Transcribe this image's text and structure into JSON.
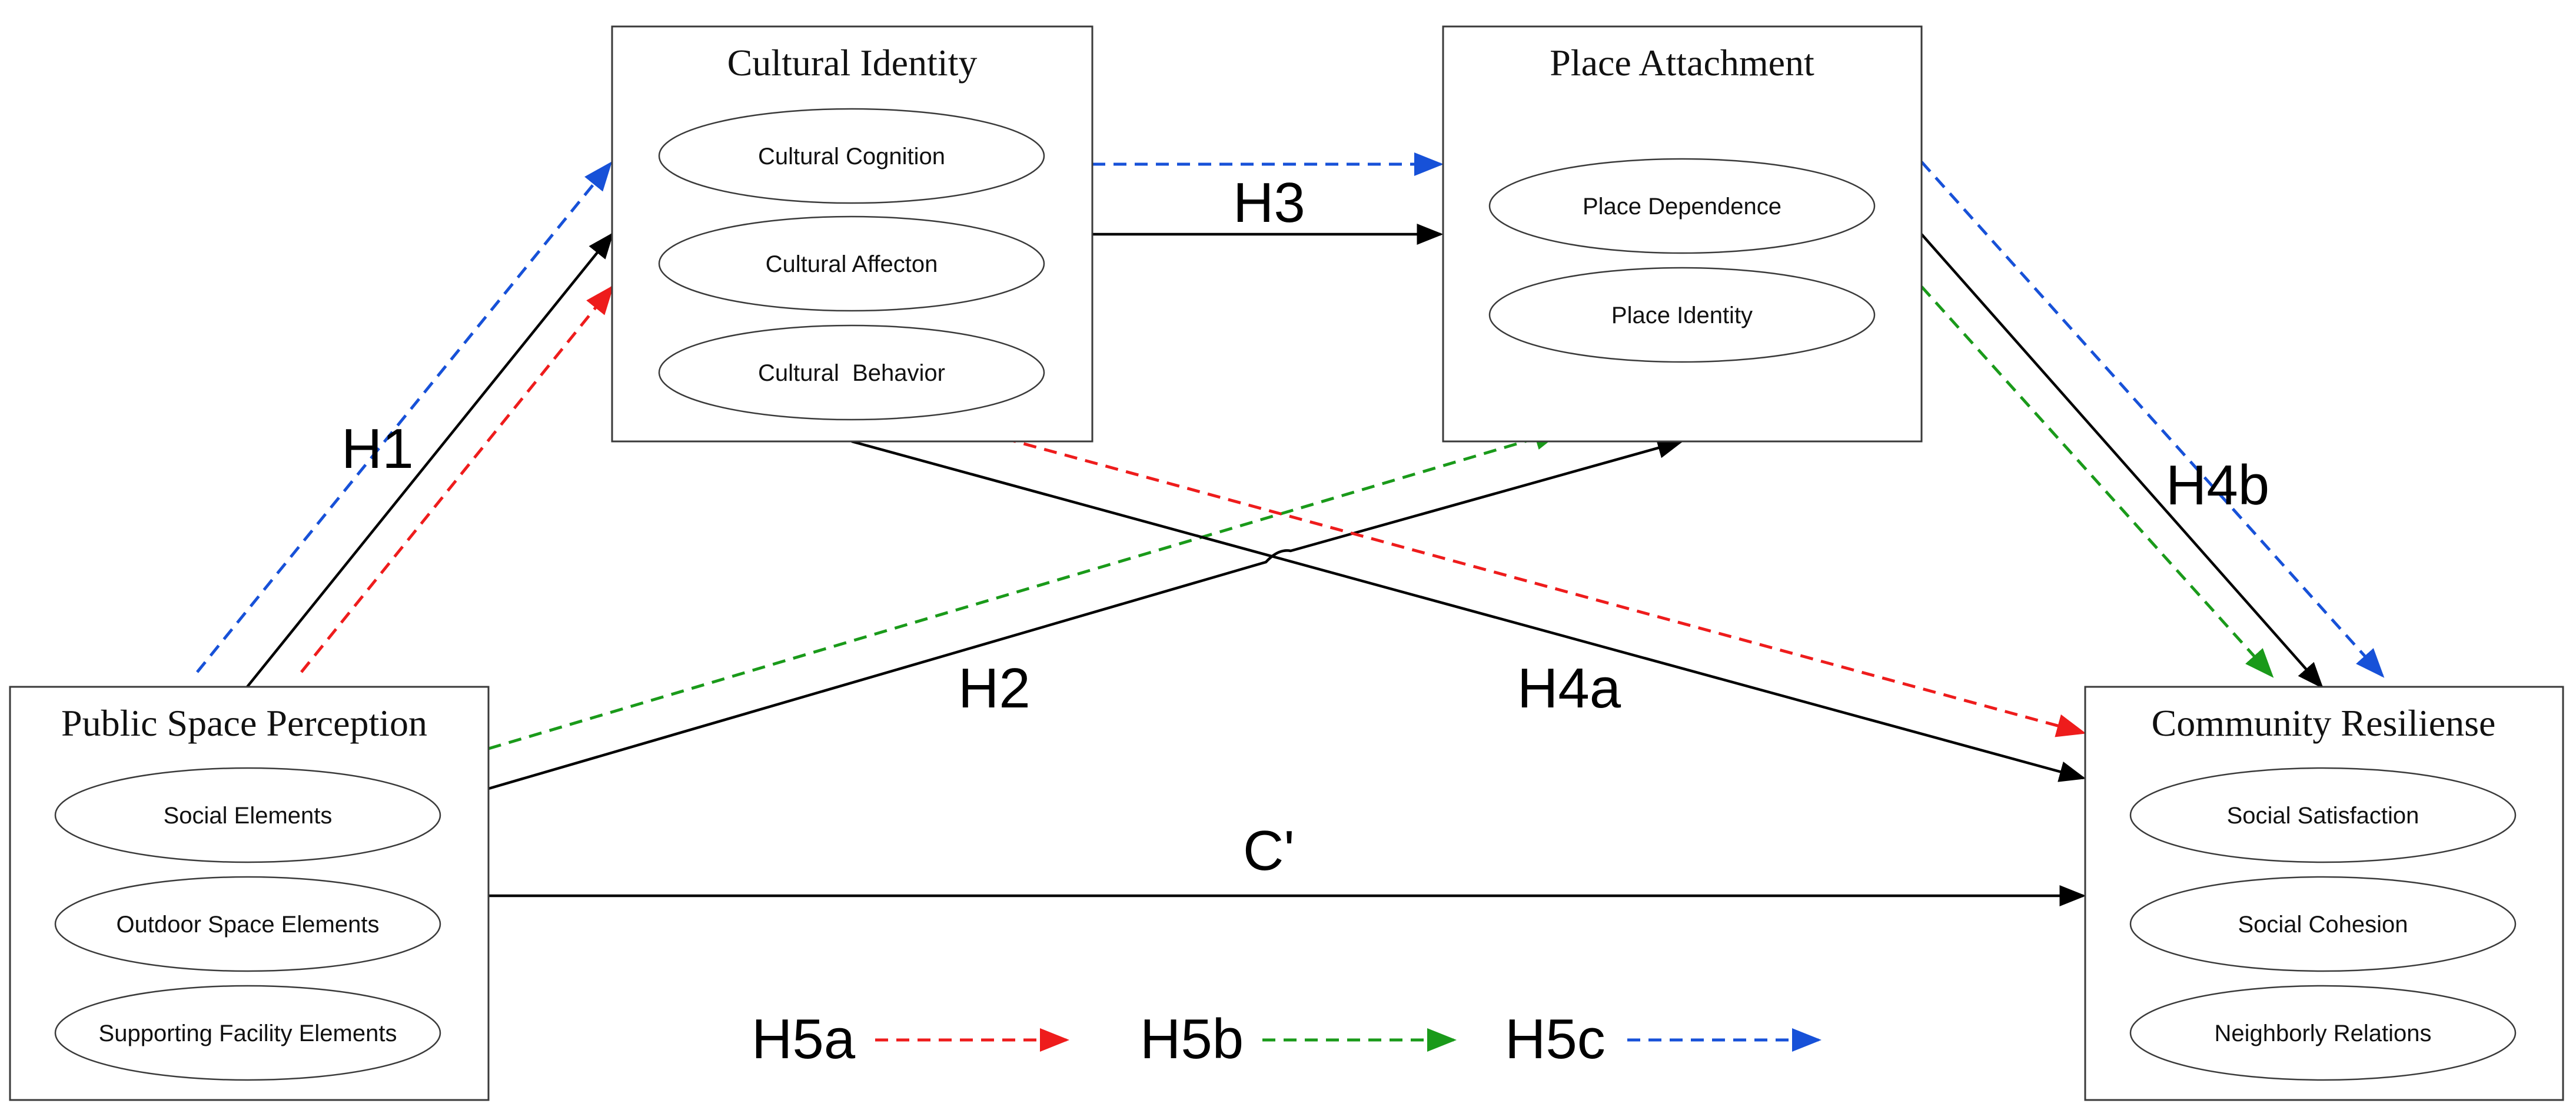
{
  "colors": {
    "solid": "#000000",
    "h5a": "#ee1c1c",
    "h5b": "#1a9a1a",
    "h5c": "#1751d8"
  },
  "boxes": {
    "public_space": {
      "title": "Public Space Perception",
      "items": [
        "Social Elements",
        "Outdoor Space Elements",
        "Supporting Facility Elements"
      ]
    },
    "cultural_identity": {
      "title": "Cultural Identity",
      "items": [
        "Cultural Cognition",
        "Cultural Affecton",
        "Cultural  Behavior"
      ]
    },
    "place_attachment": {
      "title": "Place Attachment",
      "items": [
        "Place Dependence",
        "Place Identity"
      ]
    },
    "community_resilience": {
      "title": "Community Resiliense",
      "items": [
        "Social Satisfaction",
        "Social Cohesion",
        "Neighborly Relations"
      ]
    }
  },
  "paths": {
    "h1": "H1",
    "h2": "H2",
    "h3": "H3",
    "h4a": "H4a",
    "h4b": "H4b",
    "c_prime": "C'"
  },
  "legend": [
    {
      "label": "H5a",
      "color_key": "h5a"
    },
    {
      "label": "H5b",
      "color_key": "h5b"
    },
    {
      "label": "H5c",
      "color_key": "h5c"
    }
  ]
}
